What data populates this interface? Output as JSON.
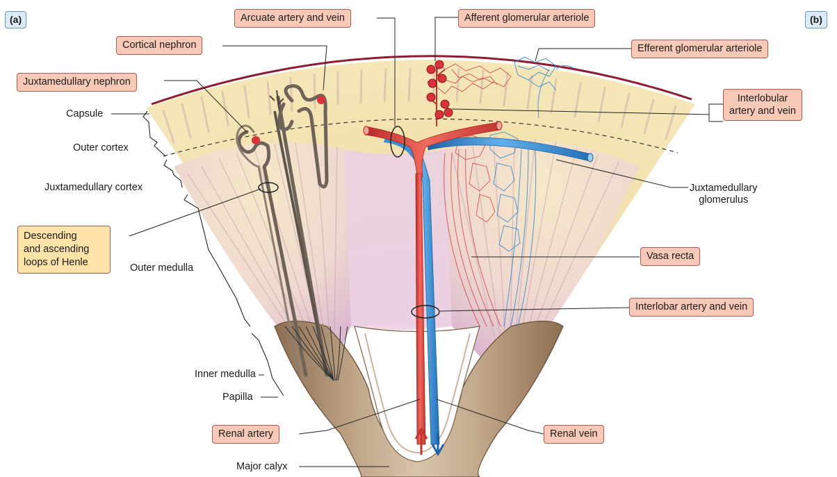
{
  "panels": {
    "left": "(a)",
    "right": "(b)"
  },
  "labels": {
    "arcuate": "Arcuate artery and vein",
    "afferent": "Afferent glomerular arteriole",
    "cortical_nephron": "Cortical nephron",
    "efferent": "Efferent glomerular arteriole",
    "juxta_nephron": "Juxtamedullary nephron",
    "capsule": "Capsule",
    "interlobular_1": "Interlobular",
    "interlobular_2": "artery and vein",
    "outer_cortex": "Outer cortex",
    "juxta_cortex": "Juxtamedullary cortex",
    "juxta_glom_1": "Juxtamedullary",
    "juxta_glom_2": "glomerulus",
    "loops_1": "Descending",
    "loops_2": "and ascending",
    "loops_3": "loops of Henle",
    "vasa_recta": "Vasa recta",
    "outer_medulla": "Outer medulla",
    "interlobar": "Interlobar artery and vein",
    "inner_medulla": "Inner medulla",
    "papilla": "Papilla",
    "renal_artery": "Renal artery",
    "renal_vein": "Renal vein",
    "major_calyx": "Major calyx"
  },
  "colors": {
    "label_fill": "#f9c9b7",
    "label_border": "#b2574c",
    "highlight_fill": "#fde3a8",
    "artery": "#e0453f",
    "vein": "#3c8fd0",
    "cortex": "#f1dfa6",
    "medulla": "#e8c7dd",
    "calyx": "#a8896b",
    "nephron": "#6e6358",
    "capsule_line": "#8c1d30"
  }
}
